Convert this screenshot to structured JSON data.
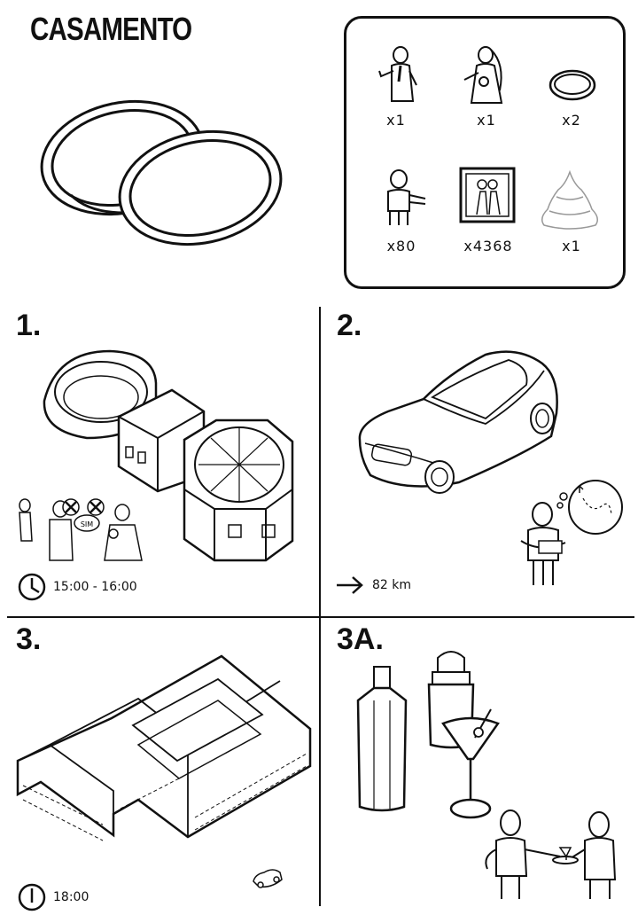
{
  "title": "CASAMENTO",
  "parts": [
    {
      "icon": "groom-figure-icon",
      "qty": "x1"
    },
    {
      "icon": "bride-figure-icon",
      "qty": "x1"
    },
    {
      "icon": "ring-icon",
      "qty": "x2"
    },
    {
      "icon": "guest-figure-icon",
      "qty": "x80"
    },
    {
      "icon": "photo-frame-icon",
      "qty": "x4368"
    },
    {
      "icon": "wedding-cake-icon",
      "qty": "x1"
    }
  ],
  "steps": [
    {
      "number": "1.",
      "info": "15:00 - 16:00",
      "info_icon": "clock-icon",
      "bubble": "SIM"
    },
    {
      "number": "2.",
      "info": "82 km",
      "info_icon": "arrow-right-icon"
    },
    {
      "number": "3.",
      "info": "18:00",
      "info_icon": "clock-icon"
    },
    {
      "number": "3A."
    }
  ]
}
